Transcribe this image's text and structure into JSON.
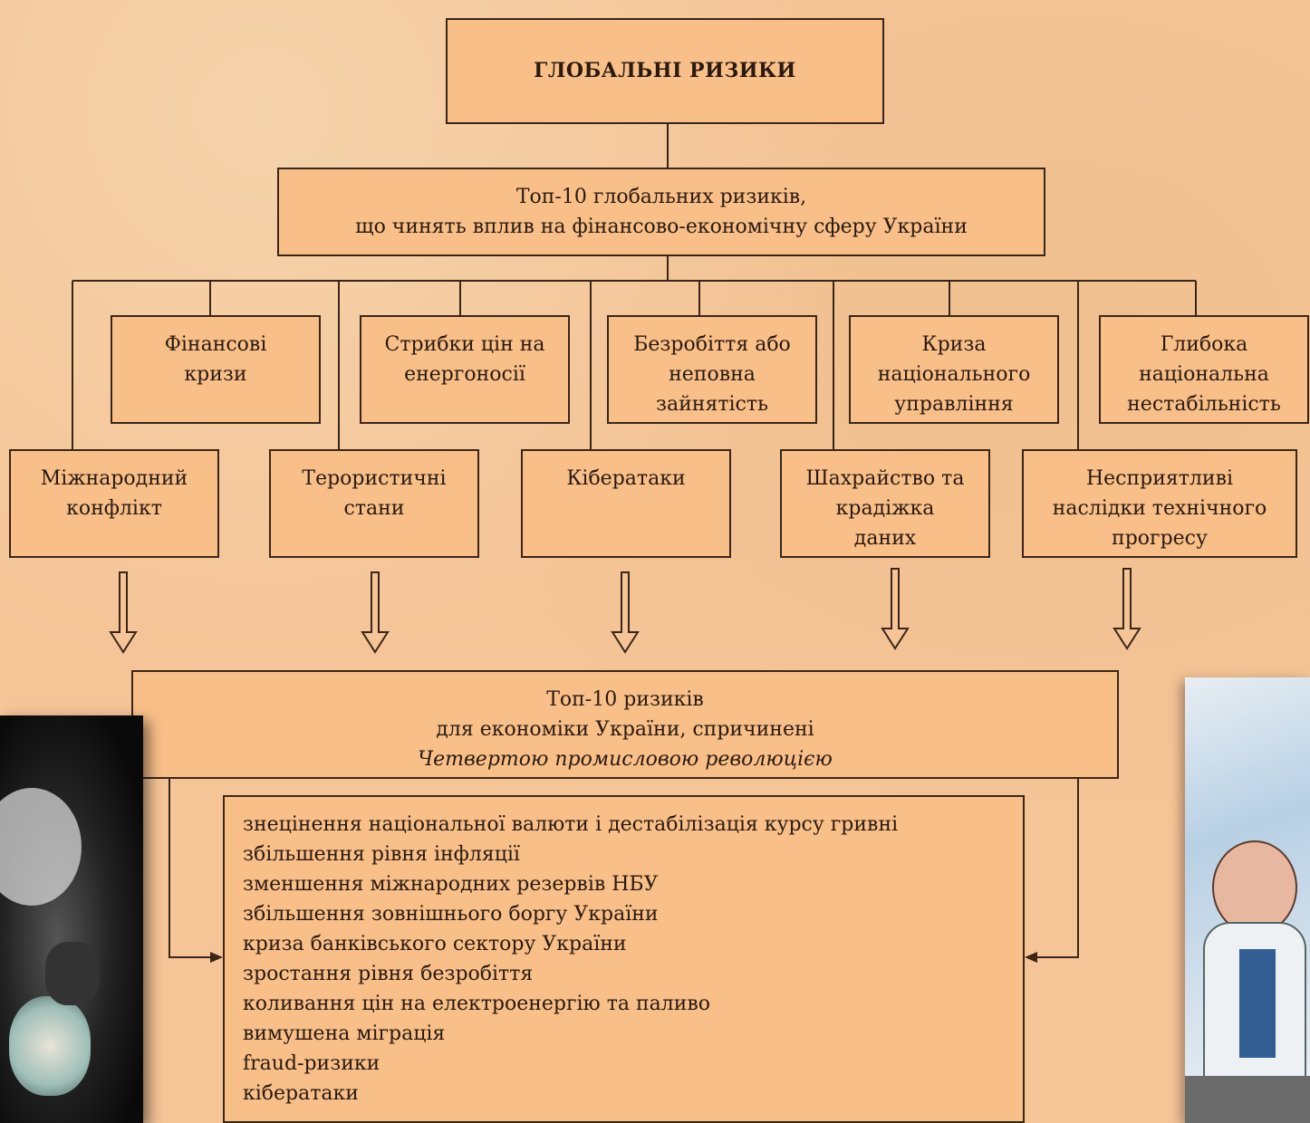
{
  "top": "ГЛОБАЛЬНІ РИЗИКИ",
  "sub": {
    "line1": "Топ-10 глобальних ризиків,",
    "line2": "що чинять вплив на фінансово-економічну сферу України"
  },
  "upper_row": [
    "Фінансові\nкризи",
    "Стрибки цін на\nенергоносії",
    "Безробіття або\nнеповна\nзайнятість",
    "Криза\nнаціонального\nуправління",
    "Глибока\nнаціональна\nнестабільність"
  ],
  "lower_row": [
    "Міжнародний\nконфлікт",
    "Терористичні\nстани",
    "Кібератаки",
    "Шахрайство та\nкрадіжка\nданих",
    "Несприятливі\nнаслідки технічного\nпрогресу"
  ],
  "bottom": {
    "line1": "Топ-10 ризиків",
    "line2": "для економіки України, спричинені",
    "line3": "Четвертою промисловою революцією"
  },
  "list": [
    "знецінення національної валюти і дестабілізація курсу гривні",
    "збільшення рівня інфляції",
    "зменшення міжнародних резервів НБУ",
    "збільшення зовнішнього боргу України",
    "криза банківського сектору України",
    "зростання рівня безробіття",
    "коливання цін на електроенергію та паливо",
    "вимушена міграція",
    "fraud-ризики",
    "кібератаки"
  ]
}
